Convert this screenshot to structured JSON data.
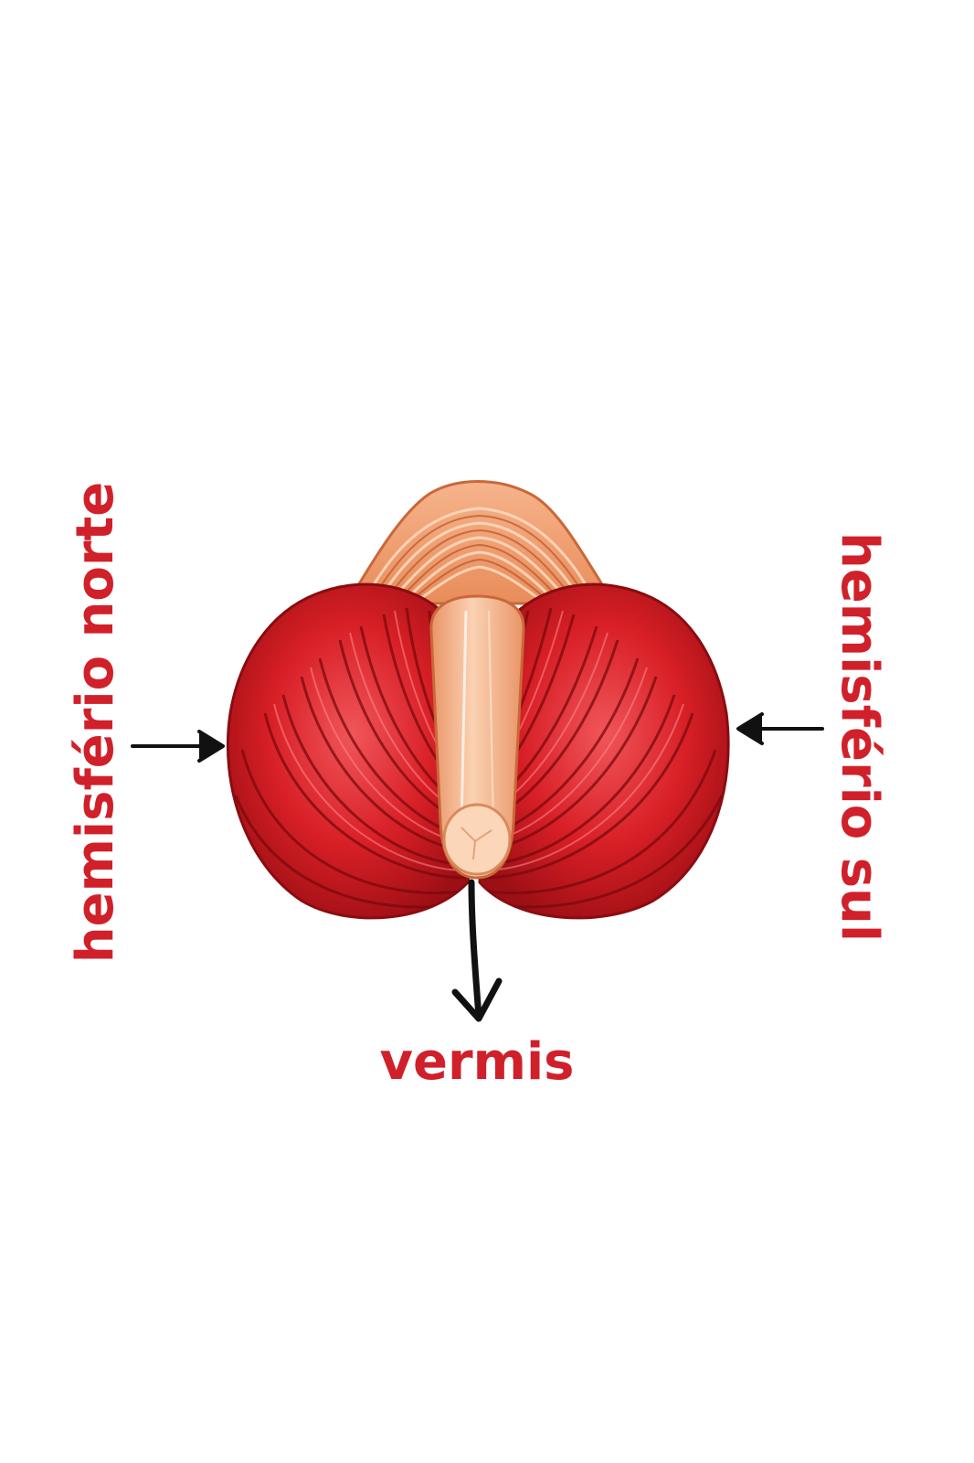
{
  "labels": {
    "left": "hemisfério norte",
    "right": "hemisfério sul",
    "bottom": "vermis"
  },
  "colors": {
    "label": "#d0202a",
    "hemisphere": "#d81f26",
    "hemisphere_dark": "#9c0f14",
    "hemisphere_light": "#f0565a",
    "vermis": "#f2a77c",
    "vermis_light": "#fbd2b3",
    "arrow": "#111111"
  },
  "icons": {
    "arrow_left_pointer": "arrow-right",
    "arrow_right_pointer": "arrow-left",
    "arrow_bottom_pointer": "arrow-down"
  }
}
